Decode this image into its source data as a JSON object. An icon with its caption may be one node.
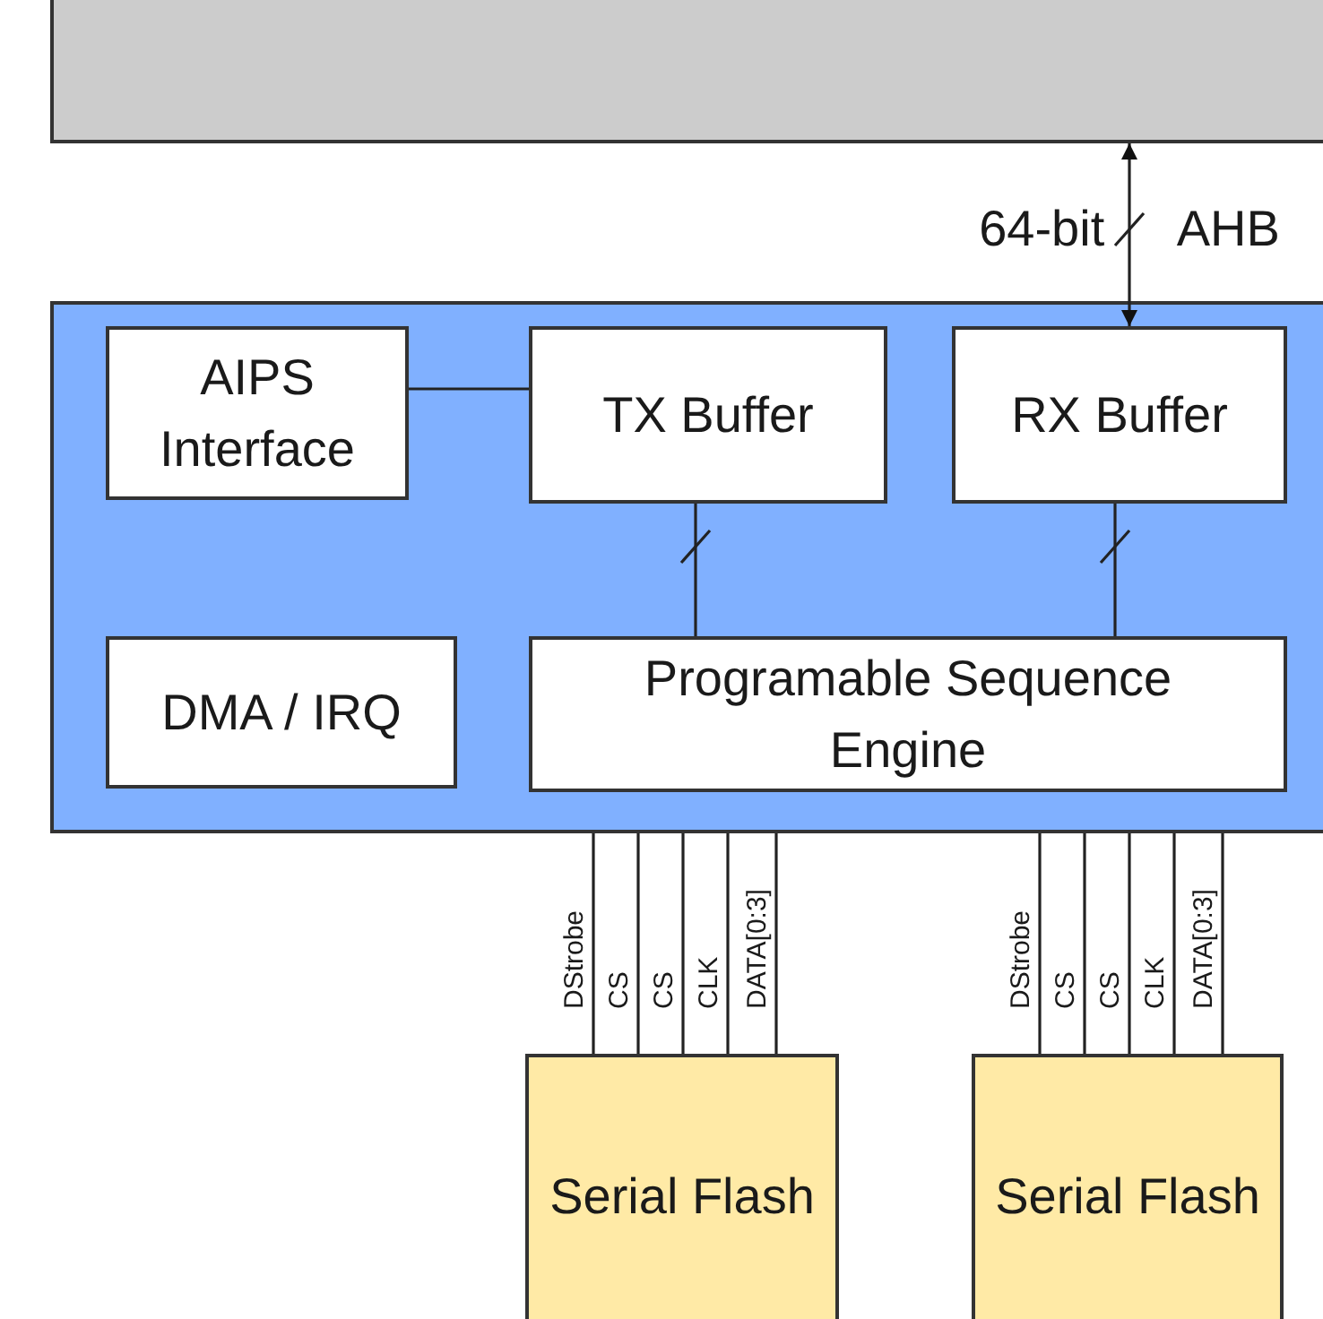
{
  "diagram": {
    "nodes": [
      {
        "text": [],
        "shape": "box"
      },
      {
        "text": [],
        "shape": "box"
      },
      {
        "text": [
          "AIPS Interface"
        ],
        "in": 1
      },
      {
        "text": [
          "TX Buffer"
        ],
        "in": 1
      },
      {
        "text": [
          "RX Buffer"
        ],
        "in": 1
      },
      {
        "text": [
          "DMA / IRQ"
        ],
        "in": 1
      },
      {
        "text": [
          "Programable Sequence Engine"
        ],
        "in": 1
      },
      {
        "text": [
          "Serial Flash"
        ]
      },
      {
        "text": [
          "Serial Flash"
        ]
      }
    ],
    "edges": [
      {
        "from": 0,
        "to": 4,
        "arrow": "both",
        "label": "64-bit AHB"
      },
      {
        "from": 2,
        "to": 3,
        "arrow": "none"
      },
      {
        "from": 3,
        "to": 6,
        "arrow": "none"
      },
      {
        "from": 4,
        "to": 6,
        "arrow": "none"
      },
      {
        "from": 1,
        "to": 7,
        "arrow": "none",
        "label": "DStrobe"
      },
      {
        "from": 1,
        "to": 7,
        "arrow": "none",
        "label": "CS"
      },
      {
        "from": 1,
        "to": 7,
        "arrow": "none",
        "label": "CS"
      },
      {
        "from": 1,
        "to": 7,
        "arrow": "none",
        "label": "CLK"
      },
      {
        "from": 1,
        "to": 7,
        "arrow": "none",
        "label": "DATA[0:3]"
      },
      {
        "from": 1,
        "to": 8,
        "arrow": "none",
        "label": "DStrobe"
      },
      {
        "from": 1,
        "to": 8,
        "arrow": "none",
        "label": "CS"
      },
      {
        "from": 1,
        "to": 8,
        "arrow": "none",
        "label": "CS"
      },
      {
        "from": 1,
        "to": 8,
        "arrow": "none",
        "label": "CLK"
      },
      {
        "from": 1,
        "to": 8,
        "arrow": "none",
        "label": "DATA[0:3]"
      }
    ]
  }
}
